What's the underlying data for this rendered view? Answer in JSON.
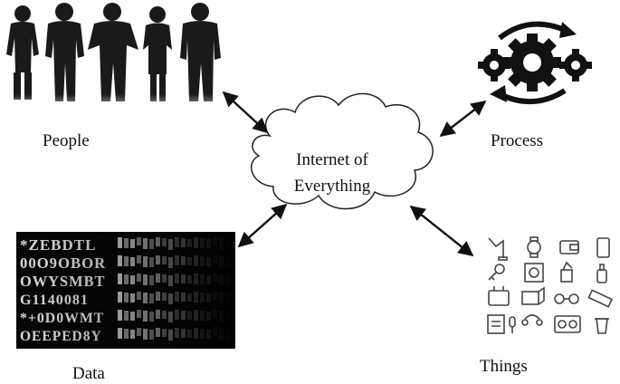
{
  "center": {
    "line1": "Internet of",
    "line2": "Everything"
  },
  "nodes": {
    "people": "People",
    "process": "Process",
    "data": "Data",
    "things": "Things"
  },
  "data_panel": {
    "rows": [
      "*ZEBDTL",
      "00O9OBOR",
      "OWYSMBT",
      "G1140081",
      "*+0D0WMT",
      "OEEPED8Y"
    ]
  },
  "colors": {
    "ink": "#111111",
    "cloud_fill": "#ffffff",
    "panel_bg": "#060606"
  }
}
